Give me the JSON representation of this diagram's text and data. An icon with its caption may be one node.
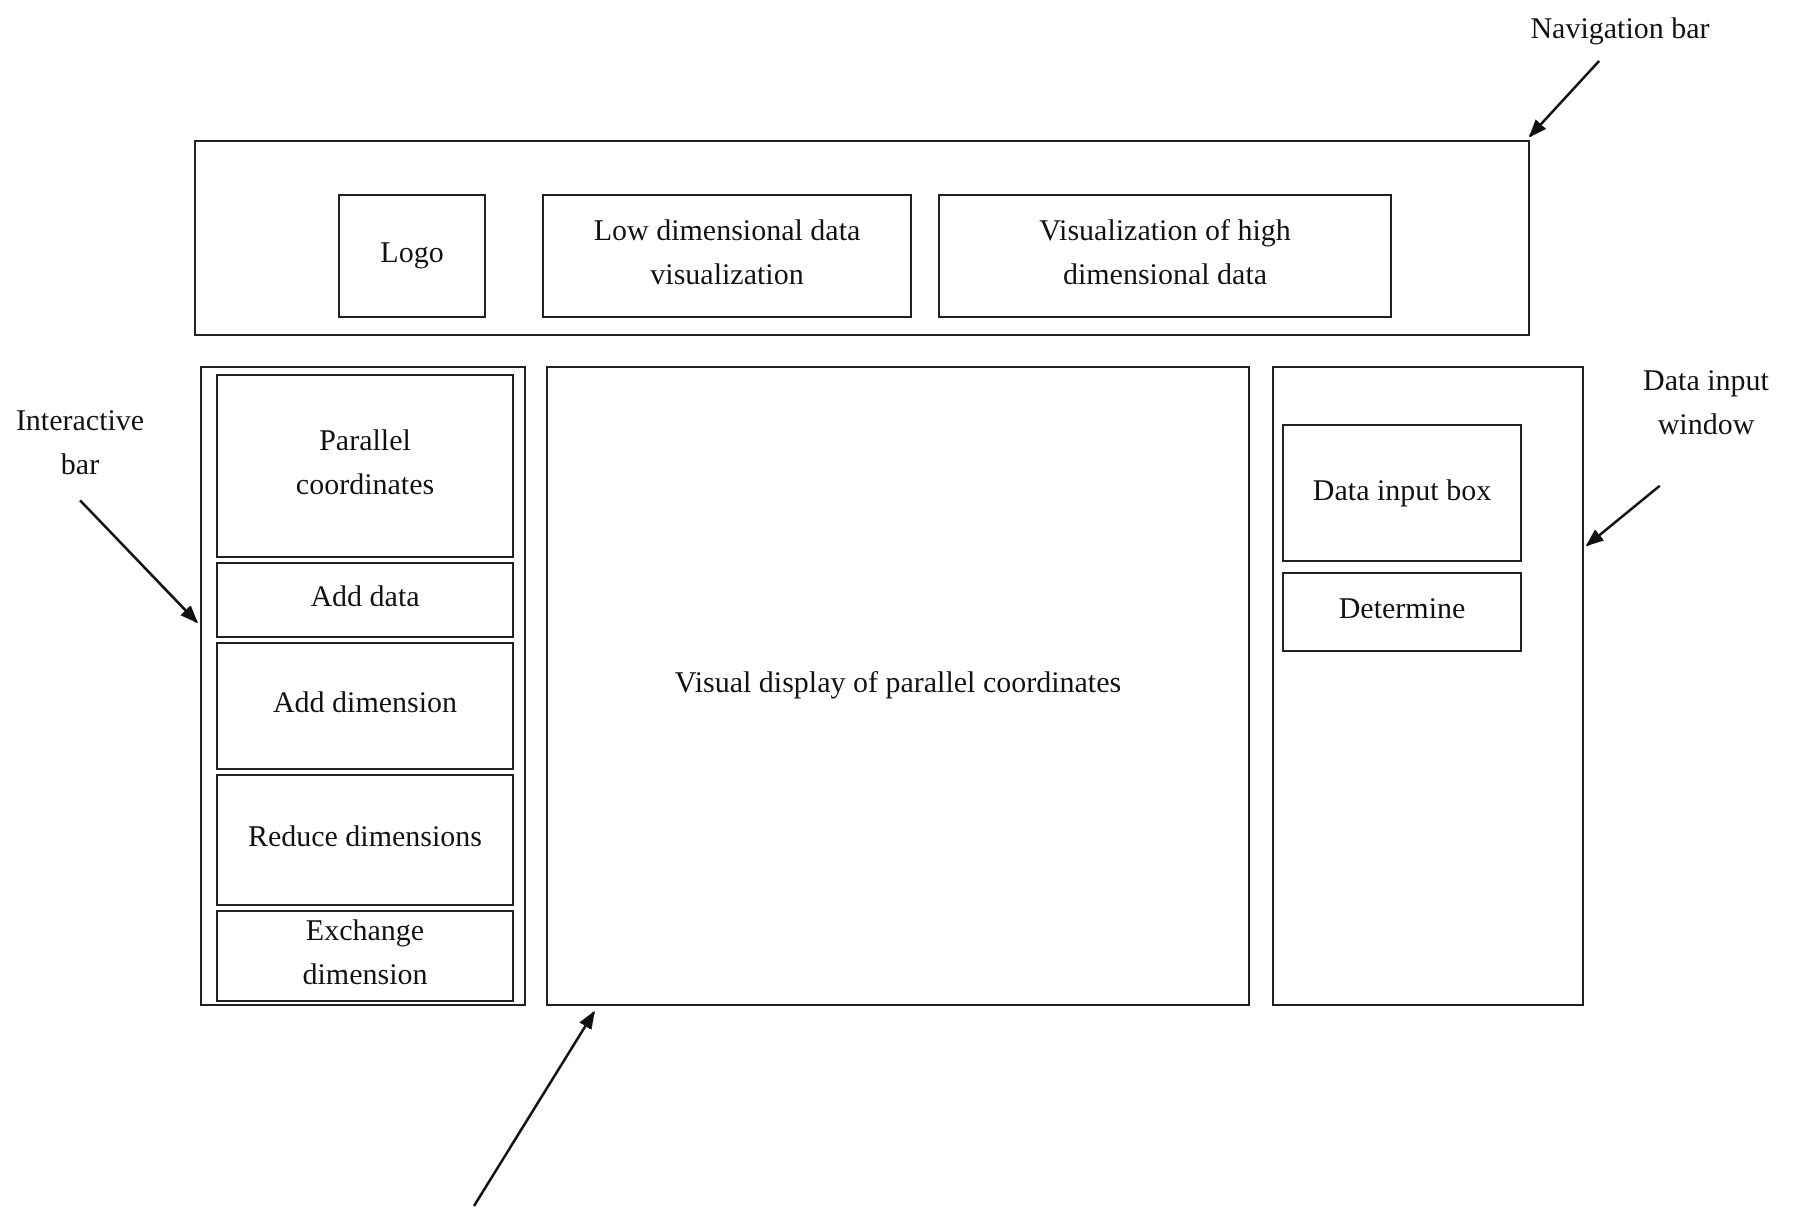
{
  "diagram": {
    "nodes": [
      {
        "text": [
          "Navigation bar"
        ]
      },
      {
        "text": [],
        "shape": "box"
      },
      {
        "text": [
          "Logo"
        ],
        "in": 1
      },
      {
        "text": [
          "Low dimensional data visualization"
        ],
        "in": 1
      },
      {
        "text": [
          "Visualization of high dimensional data"
        ],
        "in": 1
      },
      {
        "text": [
          "Interactive bar"
        ]
      },
      {
        "text": [],
        "shape": "box"
      },
      {
        "text": [
          "Parallel coordinates"
        ],
        "in": 6
      },
      {
        "text": [
          "Add data"
        ],
        "in": 6
      },
      {
        "text": [
          "Add dimension"
        ],
        "in": 6
      },
      {
        "text": [
          "Reduce dimensions"
        ],
        "in": 6
      },
      {
        "text": [
          "Exchange dimension"
        ],
        "in": 6
      },
      {
        "text": [
          "Visual display of parallel coordinates"
        ]
      },
      {
        "text": [],
        "shape": "box"
      },
      {
        "text": [
          "Data input box"
        ],
        "in": 13
      },
      {
        "text": [
          "Determine"
        ],
        "in": 13
      },
      {
        "text": [
          "Data input window"
        ]
      }
    ],
    "edges": [
      {
        "from": 0,
        "to": 1,
        "arrow": "to"
      },
      {
        "from": 5,
        "to": 6,
        "arrow": "to"
      },
      {
        "from": 16,
        "to": 13,
        "arrow": "to"
      },
      {
        "from": null,
        "to": 12,
        "arrow": "to"
      }
    ]
  }
}
